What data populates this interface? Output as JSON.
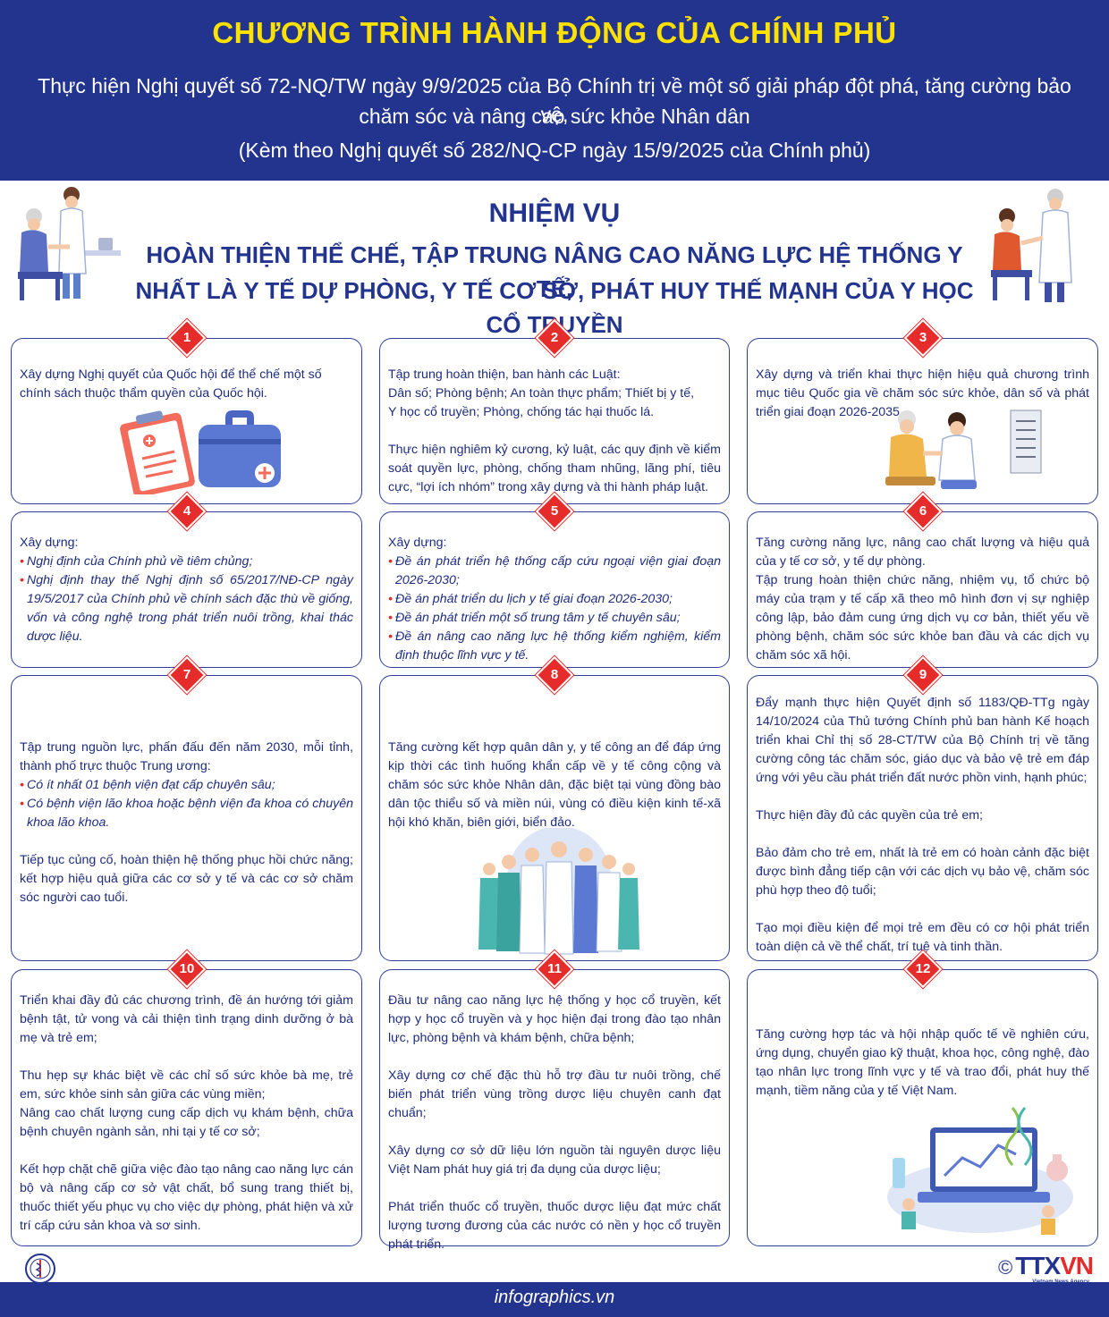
{
  "header": {
    "title": "CHƯƠNG TRÌNH HÀNH ĐỘNG CỦA CHÍNH PHỦ",
    "line1": "Thực hiện Nghị quyết số 72-NQ/TW ngày 9/9/2025 của Bộ Chính trị về một số giải pháp đột phá, tăng cường bảo vệ,",
    "line2": "chăm sóc và nâng cao sức khỏe Nhân dân",
    "line3": "(Kèm theo Nghị quyết số 282/NQ-CP ngày 15/9/2025 của Chính phủ)"
  },
  "mission": {
    "title": "NHIỆM VỤ",
    "sub1": "HOÀN THIỆN THỂ CHẾ, TẬP TRUNG NÂNG CAO NĂNG LỰC HỆ THỐNG Y TẾ,",
    "sub2": "NHẤT LÀ Y TẾ DỰ PHÒNG, Y TẾ CƠ SỞ, PHÁT HUY THẾ MẠNH CỦA Y HỌC CỔ TRUYỀN"
  },
  "cards": [
    {
      "num": "1",
      "p1": "Xây dựng Nghị quyết của Quốc hội để thể chế một số chính sách thuộc thẩm quyền của Quốc hội."
    },
    {
      "num": "2",
      "p1": "Tập trung hoàn thiện, ban hành các Luật:",
      "p2": "Dân số; Phòng bệnh; An toàn thực phẩm; Thiết bị y tế,",
      "p3": "Y học cổ truyền; Phòng, chống tác hại thuốc lá.",
      "p4": "Thực hiện nghiêm kỷ cương, kỷ luật, các quy định về kiểm soát quyền lực, phòng, chống tham nhũng, lãng phí, tiêu cực, “lợi ích nhóm” trong xây dựng và thi hành pháp luật."
    },
    {
      "num": "3",
      "p1": "Xây dựng và triển khai thực hiện hiệu quả chương trình mục tiêu Quốc gia về chăm sóc sức khỏe, dân số và phát triển giai đoạn 2026-2035."
    },
    {
      "num": "4",
      "p1": "Xây dựng:",
      "b1": "Nghị định của Chính phủ về tiêm chủng;",
      "b2": "Nghị định thay thế Nghị định số 65/2017/NĐ-CP ngày 19/5/2017 của Chính phủ về chính sách đặc thù về giống, vốn và công nghệ trong phát triển nuôi trồng, khai thác dược liệu."
    },
    {
      "num": "5",
      "p1": "Xây dựng:",
      "b1": "Đề án phát triển hệ thống cấp cứu ngoại viện giai đoạn 2026-2030;",
      "b2": "Đề án phát triển du lịch y tế giai đoạn 2026-2030;",
      "b3": "Đề án phát triển một số trung tâm y tế chuyên sâu;",
      "b4": "Đề án nâng cao năng lực hệ thống kiểm nghiệm, kiểm định thuộc lĩnh vực y tế."
    },
    {
      "num": "6",
      "p1": "Tăng cường năng lực, nâng cao chất lượng và hiệu quả của y tế cơ sở, y tế dự phòng.",
      "p2": "Tập trung hoàn thiện chức năng, nhiệm vụ, tổ chức bộ máy của trạm y tế cấp xã theo mô hình đơn vị sự nghiệp công lập, bảo đảm cung ứng dịch vụ cơ bản, thiết yếu về phòng bệnh, chăm sóc sức khỏe ban đầu và các dịch vụ chăm sóc xã hội."
    },
    {
      "num": "7",
      "p1": "Tập trung nguồn lực, phấn đấu đến năm 2030, mỗi tỉnh, thành phố trực thuộc Trung ương:",
      "b1": "Có ít nhất 01 bệnh viện đạt cấp chuyên sâu;",
      "b2": "Có bệnh viện lão khoa hoặc bệnh viện đa khoa có chuyên khoa lão khoa.",
      "p2": "Tiếp tục củng cố, hoàn thiện hệ thống phục hồi chức năng; kết hợp hiệu quả giữa các cơ sở y tế và các cơ sở chăm sóc người cao tuổi."
    },
    {
      "num": "8",
      "p1": "Tăng cường kết hợp quân dân y, y tế công an để đáp ứng kịp thời các tình huống khẩn cấp về y tế công cộng và chăm sóc sức khỏe Nhân dân, đặc biệt tại vùng đồng bào dân tộc thiểu số và miền núi, vùng có điều kiện kinh tế-xã hội khó khăn, biên giới, biển đảo."
    },
    {
      "num": "9",
      "p1": "Đẩy mạnh thực hiện Quyết định số 1183/QĐ-TTg ngày 14/10/2024 của Thủ tướng Chính phủ ban hành Kế hoạch triển khai Chỉ thị số 28-CT/TW của Bộ Chính trị về tăng cường công tác chăm sóc, giáo dục và bảo vệ trẻ em đáp ứng với yêu cầu phát triển đất nước phồn vinh, hạnh phúc;",
      "p2": "Thực hiện đầy đủ các quyền của trẻ em;",
      "p3": "Bảo đảm cho trẻ em, nhất là trẻ em có hoàn cảnh đặc biệt được bình đẳng tiếp cận với các dịch vụ bảo vệ, chăm sóc phù hợp theo độ tuổi;",
      "p4": "Tạo mọi điều kiện để mọi trẻ em đều có cơ hội phát triển toàn diện cả về thể chất, trí tuệ và tinh thần."
    },
    {
      "num": "10",
      "p1": "Triển khai đầy đủ các chương trình, đề án hướng tới giảm bệnh tật, tử vong và cải thiện tình trạng dinh dưỡng ở bà mẹ và trẻ em;",
      "p2": "Thu hẹp sự khác biệt về các chỉ số sức khỏe bà mẹ, trẻ em, sức khỏe sinh sản giữa các vùng miền;",
      "p3": "Nâng cao chất lượng cung cấp dịch vụ khám bệnh, chữa bệnh chuyên ngành sản, nhi tại y tế cơ sở;",
      "p4": "Kết hợp chặt chẽ giữa việc đào tạo nâng cao năng lực cán bộ và nâng cấp cơ sở vật chất, bổ sung trang thiết bị, thuốc thiết yếu phục vụ cho việc dự phòng, phát hiện và xử trí cấp cứu sản khoa và sơ sinh."
    },
    {
      "num": "11",
      "p1": "Đầu tư nâng cao năng lực hệ thống y học cổ truyền, kết hợp y học cổ truyền và y học hiện đại trong đào tạo nhân lực, phòng bệnh và khám bệnh, chữa bệnh;",
      "p2": "Xây dựng cơ chế đặc thù hỗ trợ đầu tư nuôi trồng, chế biến phát triển vùng trồng dược liệu chuyên canh đạt chuẩn;",
      "p3": "Xây dựng cơ sở dữ liệu lớn nguồn tài nguyên dược liệu Việt Nam phát huy giá trị đa dụng của dược liệu;",
      "p4": "Phát triển thuốc cổ truyền, thuốc dược liệu đạt mức chất lượng tương đương của các nước có nền y học cổ truyền phát triển."
    },
    {
      "num": "12",
      "p1": "Tăng cường hợp tác và hội nhập quốc tế về nghiên cứu, ứng dụng, chuyển giao kỹ thuật, khoa học, công nghệ, đào tạo nhân lực trong lĩnh vực y tế và trao đổi, phát huy thế mạnh, tiềm năng của y tế Việt Nam."
    }
  ],
  "footer": {
    "site": "infographics.vn",
    "copyright": "©",
    "brand_a": "TTX",
    "brand_b": "VN",
    "brand_tag": "Vietnam News Agency"
  },
  "colors": {
    "navy": "#23348e",
    "yellow": "#ffe100",
    "red": "#e62b2b"
  },
  "icons": [
    "clipboard-icon",
    "medical-bag-icon",
    "doctor-patient-icon",
    "medical-team-icon",
    "lab-research-icon",
    "ministry-logo-icon"
  ]
}
